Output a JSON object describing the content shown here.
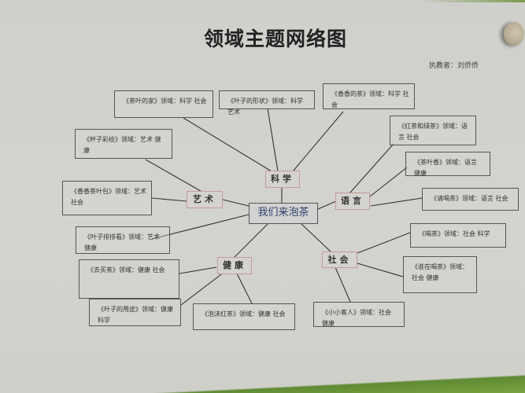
{
  "title": "领域主题网络图",
  "author": "执教者：刘侨侨",
  "center": "我们来泡茶",
  "domains": {
    "science": "科学",
    "art": "艺术",
    "language": "语言",
    "health": "健康",
    "society": "社会"
  },
  "activities": [
    {
      "id": "a1",
      "text": "《茶叶的家》领域：科学  社会",
      "domain": "科学"
    },
    {
      "id": "a2",
      "text": "《叶子的形状》领域：科学  艺术",
      "domain": "科学"
    },
    {
      "id": "a3",
      "text": "《香香的茶》领域：科学  社会",
      "domain": "科学"
    },
    {
      "id": "a4",
      "text": "《杯子彩绘》领域：艺术  健康",
      "domain": "艺术"
    },
    {
      "id": "a5",
      "text": "《香香茶叶包》领域：艺术  社会",
      "domain": "艺术"
    },
    {
      "id": "a6",
      "text": "《红茶和绿茶》领域：语言  社会",
      "domain": "语言"
    },
    {
      "id": "a7",
      "text": "《茶叶香》领域：语言  健康",
      "domain": "语言"
    },
    {
      "id": "a8",
      "text": "《请喝茶》领域：语言  社会",
      "domain": "语言"
    },
    {
      "id": "a9",
      "text": "《叶子排排看》领域：艺术  健康",
      "domain": "艺术"
    },
    {
      "id": "a10",
      "text": "《去买茶》领域：健康  社会",
      "domain": "健康"
    },
    {
      "id": "a11",
      "text": "《叶子的用途》领域：健康  科学",
      "domain": "健康"
    },
    {
      "id": "a12",
      "text": "《泡沫红茶》领域：健康  社会",
      "domain": "健康"
    },
    {
      "id": "a13",
      "text": "《喝茶》领域：社会  科学",
      "domain": "社会"
    },
    {
      "id": "a14",
      "text": "《谁在喝茶》领域：社会  健康",
      "domain": "社会"
    },
    {
      "id": "a15",
      "text": "《小小客人》领域：社会  健康",
      "domain": "社会"
    }
  ]
}
